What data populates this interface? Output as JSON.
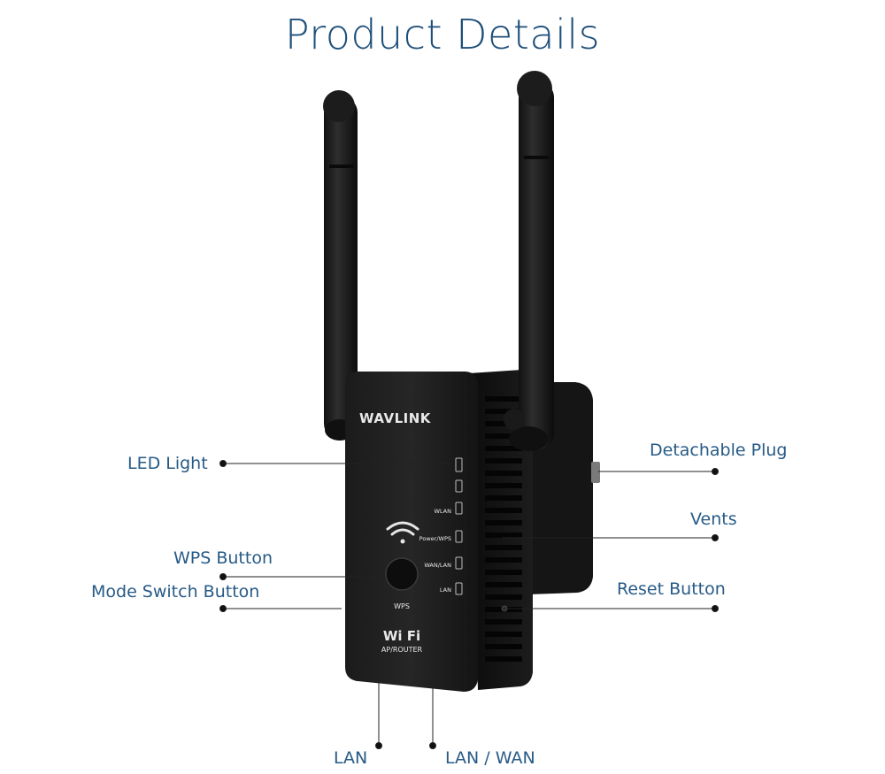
{
  "page": {
    "title": "Product Details"
  },
  "device": {
    "brand": "WAVLINK",
    "led_labels": [
      "WLAN",
      "Power/WPS",
      "WAN/LAN",
      "LAN"
    ],
    "wps_button_text": "WPS",
    "wifi_logo": "Wi Fi",
    "mode_text": "AP/ROUTER"
  },
  "callouts": {
    "led_light": "LED Light",
    "wps_button": "WPS Button",
    "mode_switch_button": "Mode Switch Button",
    "detachable_plug": "Detachable Plug",
    "vents": "Vents",
    "reset_button": "Reset Button",
    "lan": "LAN",
    "lan_wan": "LAN / WAN"
  },
  "colors": {
    "title": "#1d4f7a",
    "label": "#275a86",
    "device_body": "#141414",
    "leader_line": "#222222"
  }
}
